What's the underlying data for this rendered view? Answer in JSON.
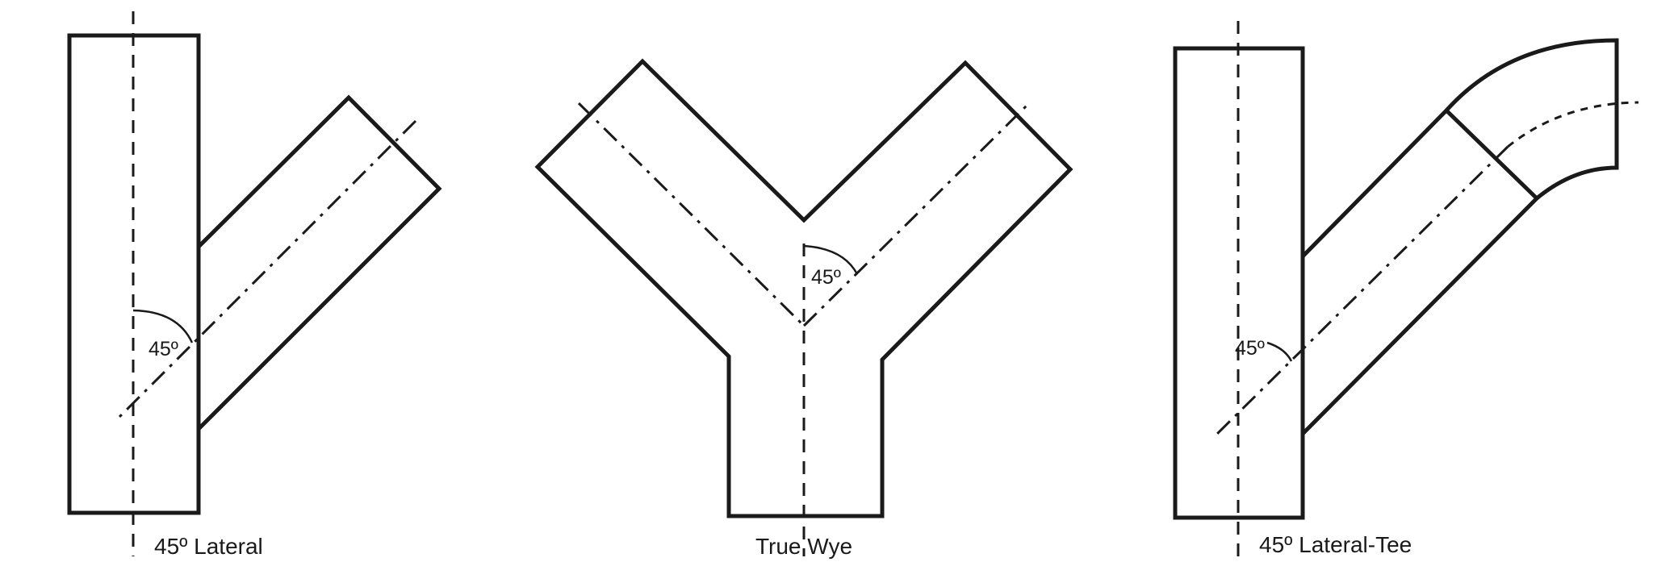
{
  "fittings": [
    {
      "caption": "45º Lateral",
      "angle_label": "45º"
    },
    {
      "caption": "True Wye",
      "angle_label": "45º"
    },
    {
      "caption": "45º Lateral-Tee",
      "angle_label": "45º"
    }
  ]
}
